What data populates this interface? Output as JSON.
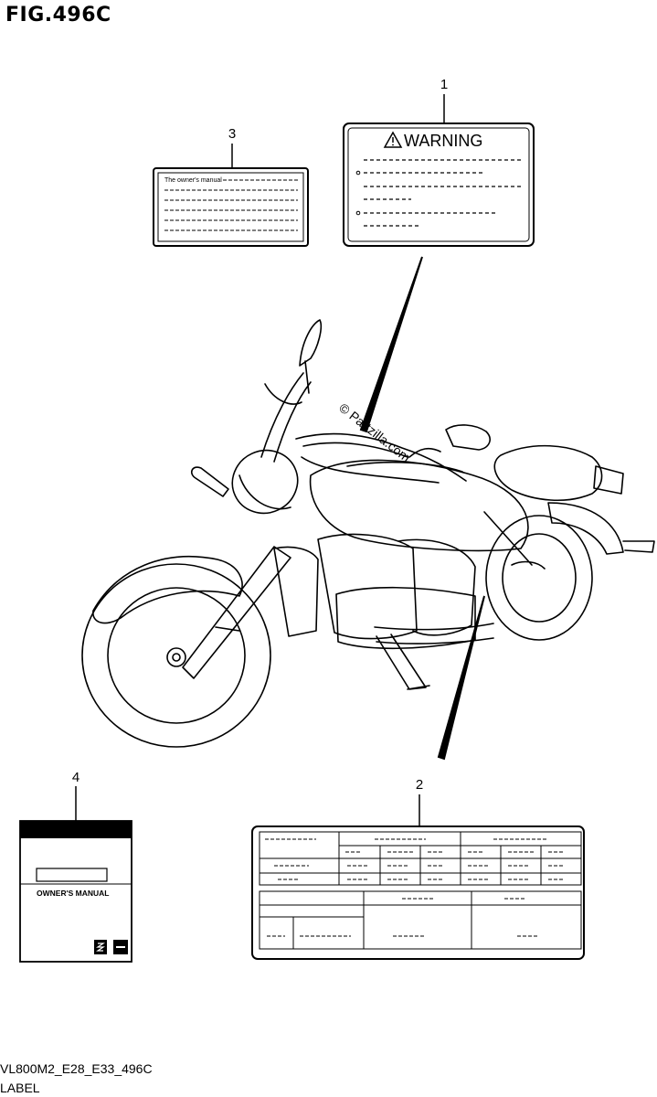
{
  "header": {
    "figure_title": "FIG.496C"
  },
  "footer": {
    "code": "VL800M2_E28_E33_496C",
    "label": "LABEL"
  },
  "callouts": [
    "1",
    "2",
    "3",
    "4"
  ],
  "warning_label": {
    "title": "WARNING"
  },
  "manual_label": {
    "text": "The owner's manual"
  },
  "manual_book": {
    "title": "OWNER'S MANUAL"
  },
  "watermark": {
    "text": "© Partzilla.com"
  }
}
